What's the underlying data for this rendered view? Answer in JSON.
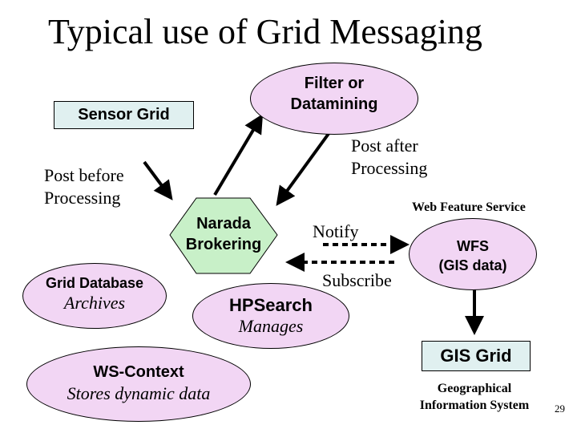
{
  "title": "Typical use of Grid Messaging",
  "nodes": {
    "sensor_grid": "Sensor Grid",
    "filter": [
      "Filter or",
      "Datamining"
    ],
    "narada": [
      "Narada",
      "Brokering"
    ],
    "grid_database": {
      "title": "Grid Database",
      "subtitle": "Archives"
    },
    "hpsearch": {
      "title": "HPSearch",
      "subtitle": "Manages"
    },
    "ws_context": {
      "title": "WS-Context",
      "subtitle": "Stores dynamic data"
    },
    "wfs": [
      "WFS",
      "(GIS data)"
    ],
    "gis_grid": "GIS Grid",
    "gis_grid_caption": [
      "Geographical",
      "Information System"
    ]
  },
  "labels": {
    "post_before": [
      "Post before",
      "Processing"
    ],
    "post_after": [
      "Post after",
      "Processing"
    ],
    "web_feature_service": "Web Feature Service",
    "notify": "Notify",
    "subscribe": "Subscribe"
  },
  "page_number": "29",
  "colors": {
    "box_fill": "#e0f0f0",
    "oval_fill": "#f2d6f4",
    "hexagon_fill": "#c8f0c8"
  }
}
